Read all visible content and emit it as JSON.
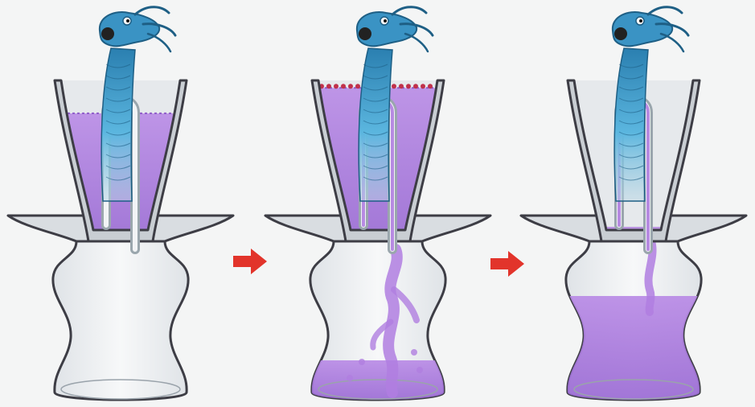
{
  "figure": {
    "panels": [
      {
        "id": "stage-1",
        "siphon": "filling",
        "upper_level": 0.78,
        "lower_level": 0.0,
        "overflow_dots": false,
        "stream": false
      },
      {
        "id": "stage-2",
        "siphon": "overflowing",
        "upper_level": 0.95,
        "lower_level": 0.22,
        "overflow_dots": true,
        "stream": true
      },
      {
        "id": "stage-3",
        "siphon": "drained",
        "upper_level": 0.02,
        "lower_level": 0.62,
        "overflow_dots": false,
        "stream": "trickle"
      }
    ],
    "arrows": [
      "stage-1-to-2",
      "stage-2-to-3"
    ],
    "colors": {
      "background": "#f4f5f5",
      "liquid": "#b07ee0",
      "liquid_dark": "#8f5cc9",
      "vessel_outline": "#3d3d45",
      "vessel_fill": "#e9ecef",
      "dragon_dark": "#1e5f85",
      "dragon_light": "#6cc3e8",
      "arrow": "#e2342b"
    },
    "icons": [
      "dragon-head-icon",
      "right-arrow-icon"
    ]
  }
}
